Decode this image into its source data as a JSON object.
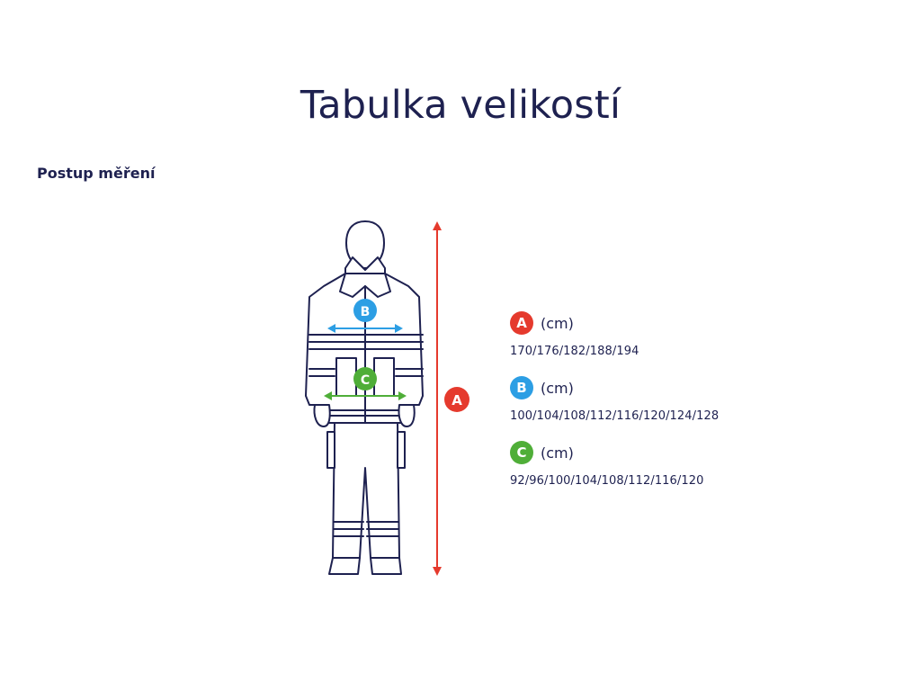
{
  "page": {
    "title": "Tabulka velikostí",
    "section_label": "Postup měření"
  },
  "diagram": {
    "overall_height_marker": "A",
    "chest_marker": "B",
    "waist_marker": "C"
  },
  "legend": [
    {
      "key": "A",
      "unit": "(cm)",
      "sizes": "170/176/182/188/194",
      "color": "#e53a2d"
    },
    {
      "key": "B",
      "unit": "(cm)",
      "sizes": "100/104/108/112/116/120/124/128",
      "color": "#2c9ee4"
    },
    {
      "key": "C",
      "unit": "(cm)",
      "sizes": "92/96/100/104/108/112/116/120",
      "color": "#4fae38"
    }
  ],
  "colors": {
    "outline": "#1e2150",
    "a": "#e53a2d",
    "b": "#2c9ee4",
    "c": "#4fae38"
  }
}
